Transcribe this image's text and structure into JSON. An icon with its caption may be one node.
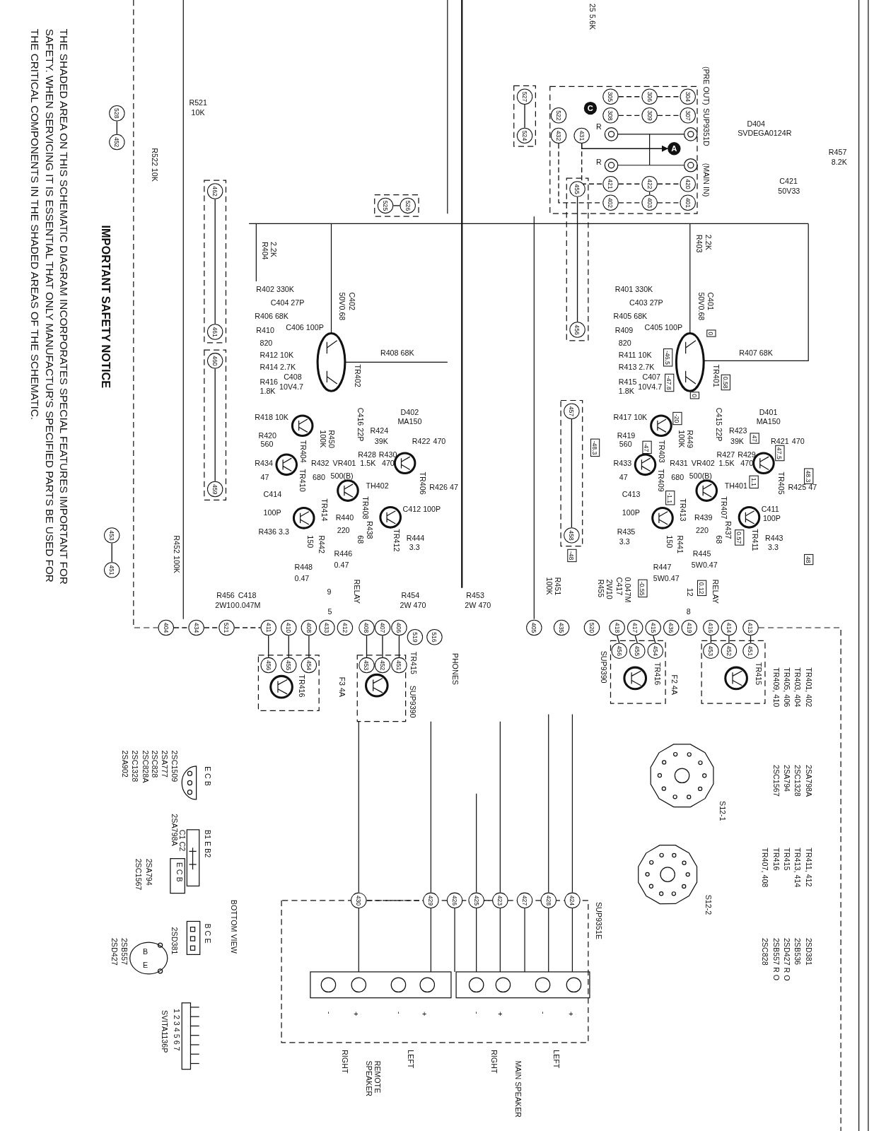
{
  "diagram": {
    "title": "IMPORTANT SAFETY NOTICE",
    "nodes": [
      {
        "text": [
          "528"
        ]
      },
      {
        "text": [
          "452"
        ]
      },
      {
        "text": [
          "527"
        ]
      },
      {
        "text": [
          "524"
        ]
      },
      {
        "text": [
          "522"
        ]
      },
      {
        "text": [
          "432"
        ]
      },
      {
        "text": [
          "431"
        ]
      },
      {
        "text": [
          "C"
        ]
      },
      {
        "text": [
          "305"
        ]
      },
      {
        "text": [
          "308"
        ]
      },
      {
        "text": [
          "306"
        ]
      },
      {
        "text": [
          "309"
        ]
      },
      {
        "text": [
          "304"
        ]
      },
      {
        "text": [
          "307"
        ]
      },
      {
        "text": [
          "A"
        ]
      },
      {
        "text": [
          "421"
        ]
      },
      {
        "text": [
          "402"
        ]
      },
      {
        "text": [
          "422"
        ]
      },
      {
        "text": [
          "403"
        ]
      },
      {
        "text": [
          "420"
        ]
      },
      {
        "text": [
          "401"
        ]
      },
      {
        "text": [
          "525"
        ]
      },
      {
        "text": [
          "526"
        ]
      },
      {
        "text": [
          "462"
        ]
      },
      {
        "text": [
          "461"
        ]
      },
      {
        "text": [
          "455"
        ]
      },
      {
        "text": [
          "456"
        ]
      },
      {
        "text": [
          "460"
        ]
      },
      {
        "text": [
          "459"
        ]
      },
      {
        "text": [
          "457"
        ]
      },
      {
        "text": [
          "458"
        ]
      },
      {
        "text": [
          "453"
        ]
      },
      {
        "text": [
          "451"
        ]
      },
      {
        "text": [
          "404"
        ]
      },
      {
        "text": [
          "434"
        ]
      },
      {
        "text": [
          "521"
        ]
      },
      {
        "text": [
          "411"
        ]
      },
      {
        "text": [
          "410"
        ]
      },
      {
        "text": [
          "408"
        ]
      },
      {
        "text": [
          "433"
        ]
      },
      {
        "text": [
          "412"
        ]
      },
      {
        "text": [
          "408"
        ]
      },
      {
        "text": [
          "407"
        ]
      },
      {
        "text": [
          "406"
        ]
      },
      {
        "text": [
          "519"
        ]
      },
      {
        "text": [
          "516"
        ]
      },
      {
        "text": [
          "405"
        ]
      },
      {
        "text": [
          "435"
        ]
      },
      {
        "text": [
          "520"
        ]
      },
      {
        "text": [
          "418"
        ]
      },
      {
        "text": [
          "417"
        ]
      },
      {
        "text": [
          "415"
        ]
      },
      {
        "text": [
          "436"
        ]
      },
      {
        "text": [
          "419"
        ]
      },
      {
        "text": [
          "416"
        ]
      },
      {
        "text": [
          "414"
        ]
      },
      {
        "text": [
          "413"
        ]
      },
      {
        "text": [
          "456"
        ]
      },
      {
        "text": [
          "455"
        ]
      },
      {
        "text": [
          "454"
        ]
      },
      {
        "text": [
          "453"
        ]
      },
      {
        "text": [
          "452"
        ]
      },
      {
        "text": [
          "451"
        ]
      },
      {
        "text": [
          "456"
        ]
      },
      {
        "text": [
          "455"
        ]
      },
      {
        "text": [
          "454"
        ]
      },
      {
        "text": [
          "453"
        ]
      },
      {
        "text": [
          "452"
        ]
      },
      {
        "text": [
          "451"
        ]
      },
      {
        "text": [
          "430"
        ]
      },
      {
        "text": [
          "429"
        ]
      },
      {
        "text": [
          "426"
        ]
      },
      {
        "text": [
          "425"
        ]
      },
      {
        "text": [
          "423"
        ]
      },
      {
        "text": [
          "427"
        ]
      },
      {
        "text": [
          "428"
        ]
      },
      {
        "text": [
          "424"
        ]
      },
      {
        "text": [
          "0"
        ]
      },
      {
        "text": [
          "-46.5"
        ]
      },
      {
        "text": [
          "-47.8"
        ]
      },
      {
        "text": [
          "0.58"
        ]
      },
      {
        "text": [
          "0"
        ]
      },
      {
        "text": [
          "-20"
        ]
      },
      {
        "text": [
          "-47"
        ]
      },
      {
        "text": [
          "-48.3"
        ]
      },
      {
        "text": [
          "47"
        ]
      },
      {
        "text": [
          "47.5"
        ]
      },
      {
        "text": [
          "48.3"
        ]
      },
      {
        "text": [
          "-1.1"
        ]
      },
      {
        "text": [
          "1.1"
        ]
      },
      {
        "text": [
          "0.57"
        ]
      },
      {
        "text": [
          "-48"
        ]
      },
      {
        "text": [
          "48"
        ]
      },
      {
        "text": [
          "0.12"
        ]
      },
      {
        "text": [
          "-0.55"
        ]
      }
    ],
    "edges": [
      {
        "from": 8,
        "to": 10,
        "arrow": "none",
        "style": "dashed"
      },
      {
        "from": 10,
        "to": 12,
        "arrow": "none",
        "style": "dashed"
      },
      {
        "from": 9,
        "to": 11,
        "arrow": "none",
        "style": "dashed"
      },
      {
        "from": 11,
        "to": 13,
        "arrow": "none",
        "style": "dashed"
      },
      {
        "from": 15,
        "to": 17,
        "arrow": "none",
        "style": "dashed"
      },
      {
        "from": 17,
        "to": 19,
        "arrow": "none",
        "style": "dashed"
      },
      {
        "from": 16,
        "to": 18,
        "arrow": "none",
        "style": "dashed"
      },
      {
        "from": 18,
        "to": 20,
        "arrow": "none",
        "style": "dashed"
      },
      {
        "from": 6,
        "to": 15,
        "arrow": "none",
        "style": "dashed"
      },
      {
        "from": 5,
        "to": 16,
        "arrow": "none",
        "style": "dashed"
      },
      {
        "from": 17,
        "to": 18,
        "arrow": "none"
      },
      {
        "from": 6,
        "to": 14,
        "arrow": "to"
      },
      {
        "from": 0,
        "to": 1,
        "arrow": "none"
      },
      {
        "from": 2,
        "to": 3,
        "arrow": "none"
      },
      {
        "from": 21,
        "to": 22,
        "arrow": "none"
      },
      {
        "from": 23,
        "to": 24,
        "arrow": "none"
      },
      {
        "from": 25,
        "to": 26,
        "arrow": "none"
      },
      {
        "from": 27,
        "to": 28,
        "arrow": "none"
      },
      {
        "from": 29,
        "to": 30,
        "arrow": "none"
      },
      {
        "from": 31,
        "to": 32,
        "arrow": "none"
      },
      {
        "from": 33,
        "to": 34,
        "arrow": "none",
        "style": "dashed"
      },
      {
        "from": 34,
        "to": 35,
        "arrow": "none",
        "style": "dashed"
      },
      {
        "from": 35,
        "to": 36,
        "arrow": "none",
        "style": "dashed"
      },
      {
        "from": 36,
        "to": 57,
        "arrow": "none"
      },
      {
        "from": 37,
        "to": 58,
        "arrow": "none"
      },
      {
        "from": 38,
        "to": 59,
        "arrow": "none"
      },
      {
        "from": 41,
        "to": 60,
        "arrow": "none"
      },
      {
        "from": 42,
        "to": 61,
        "arrow": "none"
      },
      {
        "from": 43,
        "to": 62,
        "arrow": "none"
      },
      {
        "from": 49,
        "to": 63,
        "arrow": "none"
      },
      {
        "from": 50,
        "to": 64,
        "arrow": "none"
      },
      {
        "from": 51,
        "to": 65,
        "arrow": "none"
      },
      {
        "from": 54,
        "to": 66,
        "arrow": "none"
      },
      {
        "from": 55,
        "to": 67,
        "arrow": "none"
      },
      {
        "from": 56,
        "to": 68,
        "arrow": "none"
      },
      {
        "from": 69,
        "to": 70,
        "arrow": "none",
        "style": "dashed"
      },
      {
        "from": 72,
        "to": 73,
        "arrow": "none",
        "style": "dashed"
      }
    ],
    "labels": [
      "THE SHADED AREA ON THIS SCHEMATIC DIAGRAM INCORPORATES SPECIAL FEATURES IMPORTANT FOR SAFETY. WHEN SERVICING IT IS ESSENTIAL THAT ONLY MANUFACTUR'S SPECIFIED PARTS BE USED FOR THE CRITICAL COMPONENTS IN THE SHADED AREAS OF THE SCHEMATIC.",
      "R521",
      "10K",
      "R522 10K",
      "25 5.6K",
      "(PRE OUT)",
      "SUP9351D",
      "(MAIN IN)",
      "R",
      "R",
      "D404",
      "SVDEGA0124R",
      "R457",
      "8.2K",
      "C421",
      "50V33",
      "R404",
      "2.2K",
      "R403",
      "2.2K",
      "R401 330K",
      "C403 27P",
      "R405 68K",
      "R409",
      "C405 100P",
      "820",
      "R411 10K",
      "R413 2.7K",
      "R415",
      "1.8K",
      "C407",
      "10V4.7",
      "C401",
      "50V0.68",
      "TR401",
      "R407 68K",
      "R417 10K",
      "R419",
      "560",
      "R449",
      "100K",
      "C415 22P",
      "TR403",
      "D401",
      "MA150",
      "R423",
      "39K",
      "R421",
      "470",
      "R427",
      "R429",
      "1.5K",
      "470",
      "R433",
      "47",
      "R431",
      "680",
      "VR402",
      "500(B)",
      "TH401",
      "R425 47",
      "TR405",
      "TR409",
      "TR407",
      "C413",
      "100P",
      "TR413",
      "R439",
      "220",
      "R437",
      "68",
      "C411",
      "100P",
      "TR411",
      "R435",
      "3.3",
      "R443",
      "3.3",
      "150",
      "R441",
      "R445",
      "5W0.47",
      "R447",
      "5W0.47",
      "RELAY",
      "12",
      "8",
      "R402 330K",
      "C404 27P",
      "R406 68K",
      "R410",
      "C406 100P",
      "820",
      "R412 10K",
      "R414 2.7K",
      "R416",
      "1.8K",
      "C408",
      "10V4.7",
      "C402",
      "50V0.68",
      "TR402",
      "R408 68K",
      "R418 10K",
      "R420",
      "560",
      "R450",
      "100K",
      "C416 22P",
      "TR404",
      "D402",
      "MA150",
      "R424",
      "39K",
      "R422",
      "470",
      "R428",
      "R430",
      "1.5K",
      "470",
      "R434",
      "47",
      "R432",
      "680",
      "VR401",
      "500(B)",
      "TH402",
      "R426 47",
      "TR406",
      "TR410",
      "TR408",
      "C414",
      "100P",
      "TR414",
      "R440",
      "220",
      "R438",
      "68",
      "C412 100P",
      "TR412",
      "R436 3.3",
      "R444",
      "3.3",
      "150",
      "R442",
      "R446",
      "0.47",
      "R448",
      "0.47",
      "RELAY",
      "9",
      "5",
      "R456",
      "C418",
      "2W10",
      "0.047M",
      "R454",
      "2W 470",
      "R453",
      "2W 470",
      "R452 100K",
      "R451",
      "100K",
      "R455",
      "2W10",
      "C417",
      "0.047M",
      "PHONES",
      "F3 4A",
      "F2 4A",
      "TR416",
      "TR415",
      "SUP9390",
      "SUP9390",
      "TR416",
      "TR415",
      "S12-1",
      "S12-2",
      "SUP9351E",
      "TR401, 402",
      "TR403, 404",
      "TR405, 406",
      "TR409, 410",
      "2SA798A",
      "2SC1328",
      "2SA794",
      "2SC1567",
      "TR411, 412",
      "TR413, 414",
      "TR415",
      "TR416",
      "TR407, 408",
      "2SD381",
      "2SB536",
      "2SD427 R O",
      "2SB557 R O",
      "2SC828",
      "E C B",
      "2SC1509",
      "2SA777",
      "2SC828",
      "2SC828A",
      "2SC1328",
      "2SA902",
      "B1 E B2",
      "C1 C2",
      "2SA798A",
      "E C B",
      "2SA794",
      "2SC1567",
      "BOTTOM VIEW",
      "B C E",
      "2SD381",
      "B",
      "E",
      "2SB557",
      "2SD427",
      "SVITA1136P",
      "1 2 3 4 5 6 7",
      "-",
      "+",
      "-",
      "+",
      "-",
      "+",
      "-",
      "+",
      "RIGHT",
      "REMOTE SPEAKER",
      "LEFT",
      "RIGHT",
      "MAIN SPEAKER",
      "LEFT"
    ]
  }
}
